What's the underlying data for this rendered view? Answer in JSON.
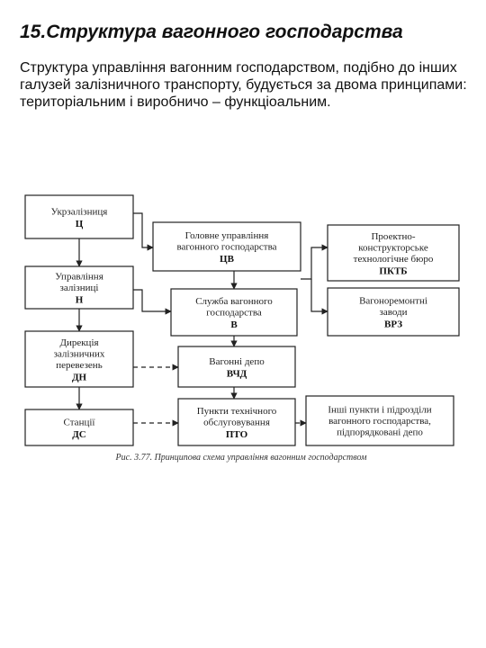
{
  "page": {
    "title": "15.Структура вагонного господарства",
    "intro": "Структура управління вагонним господарством, подібно до інших галузей залізничного транспорту, будується за двома принципами: територіальним і виробничо – функціоальним."
  },
  "diagram": {
    "boxes": {
      "ukrzaliznytsia": {
        "lines": [
          "Укрзалізниця"
        ],
        "code": "Ц"
      },
      "holovne": {
        "lines": [
          "Головне управління",
          "вагонного господарства"
        ],
        "code": "ЦВ"
      },
      "proektno": {
        "lines": [
          "Проектно-",
          "конструкторське",
          "технологічне бюро"
        ],
        "code": "ПКТБ"
      },
      "upravlinnia": {
        "lines": [
          "Управління",
          "залізниці"
        ],
        "code": "Н"
      },
      "sluzhba": {
        "lines": [
          "Служба вагонного",
          "господарства"
        ],
        "code": "В"
      },
      "vrz": {
        "lines": [
          "Вагоноремонтні",
          "заводи"
        ],
        "code": "ВРЗ"
      },
      "dyrektsiia": {
        "lines": [
          "Дирекція",
          "залізничних",
          "перевезень"
        ],
        "code": "ДН"
      },
      "depo": {
        "lines": [
          "Вагонні депо"
        ],
        "code": "ВЧД"
      },
      "stantsii": {
        "lines": [
          "Станції"
        ],
        "code": "ДС"
      },
      "pto": {
        "lines": [
          "Пункти технічного",
          "обслуговування"
        ],
        "code": "ПТО"
      },
      "inshi": {
        "lines": [
          "Інші пункти і підрозділи",
          "вагонного господарства,",
          "підпорядковані депо"
        ],
        "code": ""
      }
    },
    "caption": "Рис. 3.77. Принципова схема управління вагонним господарством"
  }
}
